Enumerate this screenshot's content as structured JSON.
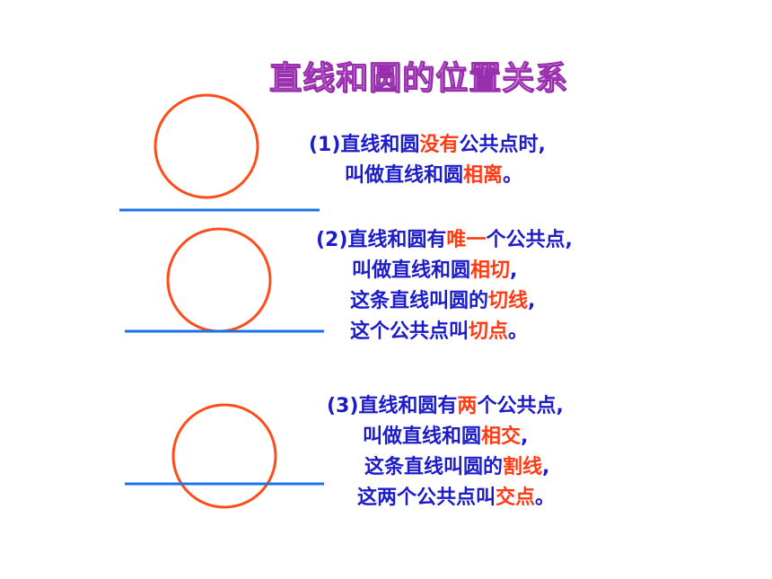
{
  "title": "直线和圆的位置关系",
  "colors": {
    "circle": "#ff4d1a",
    "line": "#1a73e8",
    "text": "#1c1cc8",
    "highlight": "#ff3b14"
  },
  "case1": {
    "lines": [
      [
        {
          "t": "(1)直线和圆"
        },
        {
          "t": "没有",
          "hl": true
        },
        {
          "t": "公共点时,"
        }
      ],
      [
        {
          "t": "叫做直线和圆"
        },
        {
          "t": "相离",
          "hl": true
        },
        {
          "t": "。"
        }
      ]
    ]
  },
  "case2": {
    "lines": [
      [
        {
          "t": "(2)直线和圆有"
        },
        {
          "t": "唯一",
          "hl": true
        },
        {
          "t": "个公共点,"
        }
      ],
      [
        {
          "t": "叫做直线和圆"
        },
        {
          "t": "相切",
          "hl": true
        },
        {
          "t": ","
        }
      ],
      [
        {
          "t": "这条直线叫圆的"
        },
        {
          "t": "切线",
          "hl": true
        },
        {
          "t": ","
        }
      ],
      [
        {
          "t": "这个公共点叫"
        },
        {
          "t": "切点",
          "hl": true
        },
        {
          "t": "。"
        }
      ]
    ]
  },
  "case3": {
    "lines": [
      [
        {
          "t": "(3)直线和圆有"
        },
        {
          "t": "两",
          "hl": true
        },
        {
          "t": "个公共点,"
        }
      ],
      [
        {
          "t": "叫做直线和圆"
        },
        {
          "t": "相交",
          "hl": true
        },
        {
          "t": ","
        }
      ],
      [
        {
          "t": "这条直线叫圆的"
        },
        {
          "t": "割线",
          "hl": true
        },
        {
          "t": ","
        }
      ],
      [
        {
          "t": "这两个公共点叫"
        },
        {
          "t": "交点",
          "hl": true
        },
        {
          "t": "。"
        }
      ]
    ]
  }
}
